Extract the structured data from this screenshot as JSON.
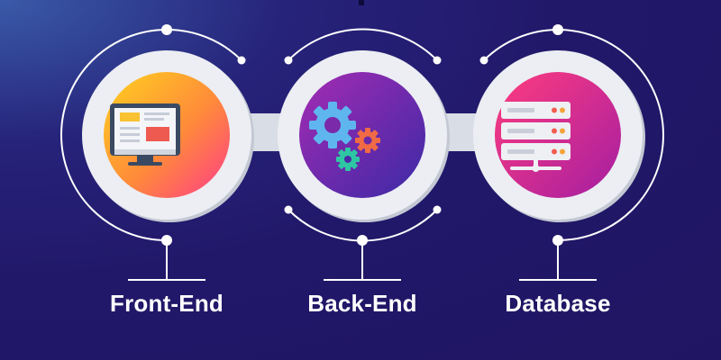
{
  "stages": [
    {
      "label": "Front-End",
      "icon": "monitor-icon"
    },
    {
      "label": "Back-End",
      "icon": "gears-icon"
    },
    {
      "label": "Database",
      "icon": "server-icon"
    }
  ],
  "colors": {
    "background": "#22186a",
    "ring": "#e8ebf1",
    "front_end_gradient": [
      "#fbc02d",
      "#fb3f84"
    ],
    "back_end_gradient": [
      "#9b27b0",
      "#3d2ba8"
    ],
    "database_gradient": [
      "#f0307f",
      "#a020a0"
    ]
  }
}
